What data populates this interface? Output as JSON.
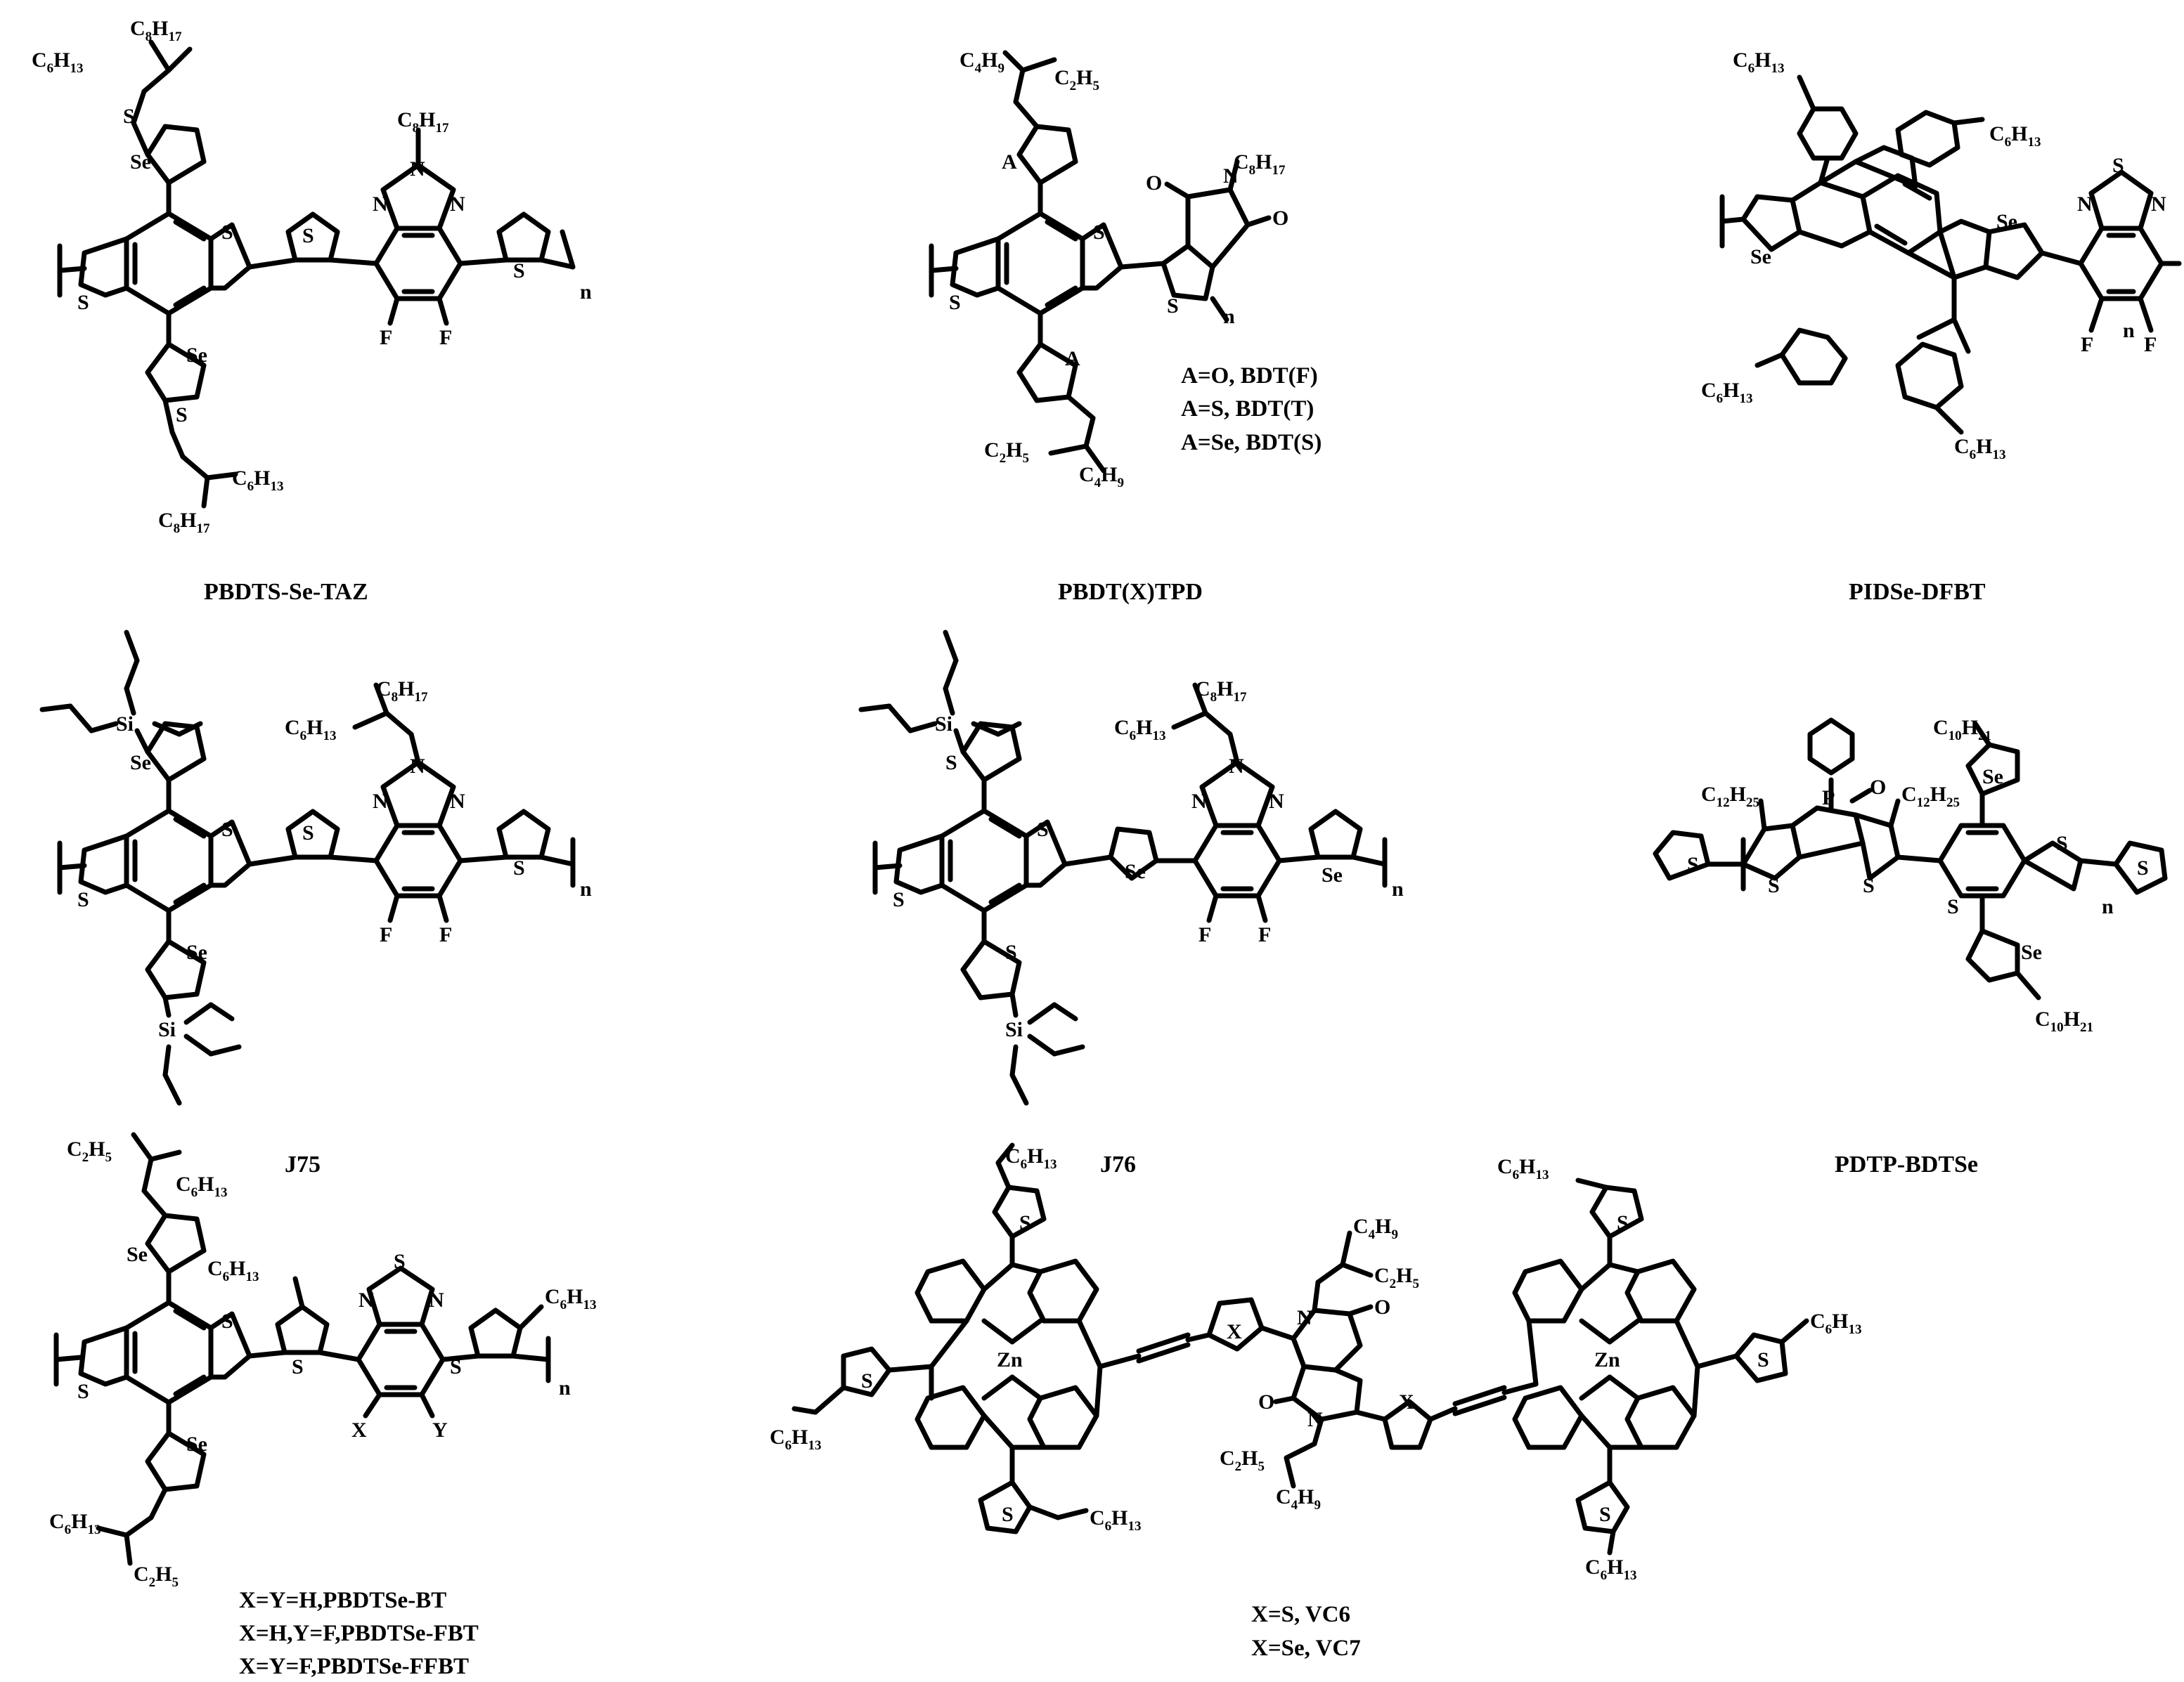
{
  "structures": {
    "pbdts_se_taz": {
      "name": "PBDTS-Se-TAZ",
      "labels": {
        "c8h17_top": [
          "C",
          "8",
          "H",
          "17"
        ],
        "c6h13_top": [
          "C",
          "6",
          "H",
          "13"
        ],
        "s_link_top": "S",
        "se_top": "Se",
        "s1": "S",
        "s2": "S",
        "s3": "S",
        "s4": "S",
        "c8h17_taz": [
          "C",
          "8",
          "H",
          "17"
        ],
        "n1": "N",
        "n2": "N",
        "n3": "N",
        "f1": "F",
        "f2": "F",
        "se_bot": "Se",
        "s_link_bot": "S",
        "c6h13_bot": [
          "C",
          "6",
          "H",
          "13"
        ],
        "c8h17_bot": [
          "C",
          "8",
          "H",
          "17"
        ],
        "n_sub": "n"
      }
    },
    "pbdt_x_tpd": {
      "name": "PBDT(X)TPD",
      "labels": {
        "c4h9_top": [
          "C",
          "4",
          "H",
          "9"
        ],
        "c2h5_top": [
          "C",
          "2",
          "H",
          "5"
        ],
        "a_top": "A",
        "a_bot": "A",
        "s1": "S",
        "s2": "S",
        "s3": "S",
        "n": "N",
        "c8h17": [
          "C",
          "8",
          "H",
          "17"
        ],
        "o1": "O",
        "o2": "O",
        "c2h5_bot": [
          "C",
          "2",
          "H",
          "5"
        ],
        "c4h9_bot": [
          "C",
          "4",
          "H",
          "9"
        ],
        "n_sub": "n"
      },
      "conditions": [
        "A=O, BDT(F)",
        "A=S, BDT(T)",
        "A=Se, BDT(S)"
      ]
    },
    "pidse_dfbt": {
      "name": "PIDSe-DFBT",
      "labels": {
        "c6h13_a": [
          "C",
          "6",
          "H",
          "13"
        ],
        "c6h13_b": [
          "C",
          "6",
          "H",
          "13"
        ],
        "c6h13_c": [
          "C",
          "6",
          "H",
          "13"
        ],
        "c6h13_d": [
          "C",
          "6",
          "H",
          "13"
        ],
        "se1": "Se",
        "se2": "Se",
        "s": "S",
        "n1": "N",
        "n2": "N",
        "f1": "F",
        "f2": "F",
        "n_sub": "n"
      }
    },
    "j75": {
      "name": "J75",
      "labels": {
        "si_top": "Si",
        "se_top": "Se",
        "c8h17": [
          "C",
          "8",
          "H",
          "17"
        ],
        "c6h13": [
          "C",
          "6",
          "H",
          "13"
        ],
        "n1": "N",
        "n2": "N",
        "n3": "N",
        "s1": "S",
        "s2": "S",
        "s3": "S",
        "s4": "S",
        "f1": "F",
        "f2": "F",
        "se_bot": "Se",
        "si_bot": "Si",
        "n_sub": "n"
      }
    },
    "j76": {
      "name": "J76",
      "labels": {
        "si_top": "Si",
        "s_top": "S",
        "c8h17": [
          "C",
          "8",
          "H",
          "17"
        ],
        "c6h13": [
          "C",
          "6",
          "H",
          "13"
        ],
        "n1": "N",
        "n2": "N",
        "n3": "N",
        "s1": "S",
        "s2": "S",
        "se1": "Se",
        "se2": "Se",
        "f1": "F",
        "f2": "F",
        "s_bot": "S",
        "si_bot": "Si",
        "n_sub": "n"
      }
    },
    "pdtp_bdtse": {
      "name": "PDTP-BDTSe",
      "labels": {
        "c10h21_top": [
          "C",
          "10",
          "H",
          "21"
        ],
        "c12h25_l": [
          "C",
          "12",
          "H",
          "25"
        ],
        "c12h25_r": [
          "C",
          "12",
          "H",
          "25"
        ],
        "p": "P",
        "o": "O",
        "se_top": "Se",
        "s1": "S",
        "s2": "S",
        "s3": "S",
        "s4": "S",
        "s5": "S",
        "s6": "S",
        "se_bot": "Se",
        "c10h21_bot": [
          "C",
          "10",
          "H",
          "21"
        ],
        "n_sub": "n"
      }
    },
    "pbdtse_bt": {
      "labels": {
        "c2h5_top": [
          "C",
          "2",
          "H",
          "5"
        ],
        "c6h13_top": [
          "C",
          "6",
          "H",
          "13"
        ],
        "se_top": "Se",
        "c6h13_mid": [
          "C",
          "6",
          "H",
          "13"
        ],
        "c6h13_r": [
          "C",
          "6",
          "H",
          "13"
        ],
        "s1": "S",
        "s2": "S",
        "s3": "S",
        "s4": "S",
        "s_bt": "S",
        "n1": "N",
        "n2": "N",
        "x": "X",
        "y": "Y",
        "se_bot": "Se",
        "c6h13_bot": [
          "C",
          "6",
          "H",
          "13"
        ],
        "c2h5_bot": [
          "C",
          "2",
          "H",
          "5"
        ],
        "n_sub": "n"
      },
      "conditions": [
        "X=Y=H,PBDTSe-BT",
        "X=H,Y=F,PBDTSe-FBT",
        "X=Y=F,PBDTSe-FFBT"
      ]
    },
    "vc": {
      "labels": {
        "zn1": "Zn",
        "zn2": "Zn",
        "n": "N",
        "s": "S",
        "x": "X",
        "o": "O",
        "c6h13": [
          "C",
          "6",
          "H",
          "13"
        ],
        "c4h9": [
          "C",
          "4",
          "H",
          "9"
        ],
        "c2h5": [
          "C",
          "2",
          "H",
          "5"
        ]
      },
      "conditions": [
        "X=S, VC6",
        "X=Se, VC7"
      ]
    }
  }
}
